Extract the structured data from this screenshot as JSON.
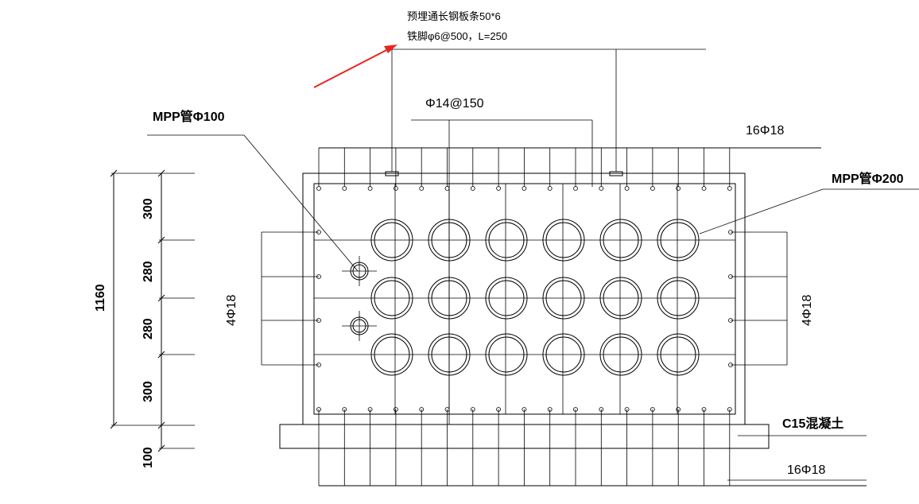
{
  "labels": {
    "embedded_plate": "预埋通长钢板条50*6",
    "iron_foot": "铁脚φ6@500，L=250",
    "stirrup": "Φ14@150",
    "top_rebar": "16Φ18",
    "bottom_rebar": "16Φ18",
    "side_rebar_left": "4Φ18",
    "side_rebar_right": "4Φ18",
    "pipe_small": "MPP管Φ100",
    "pipe_large": "MPP管Φ200",
    "concrete": "C15混凝土"
  },
  "dimensions": {
    "total": "1160",
    "segments": [
      "300",
      "280",
      "280",
      "300"
    ],
    "base": "100"
  },
  "colors": {
    "arrow": "#e8251f",
    "line": "#000000"
  }
}
